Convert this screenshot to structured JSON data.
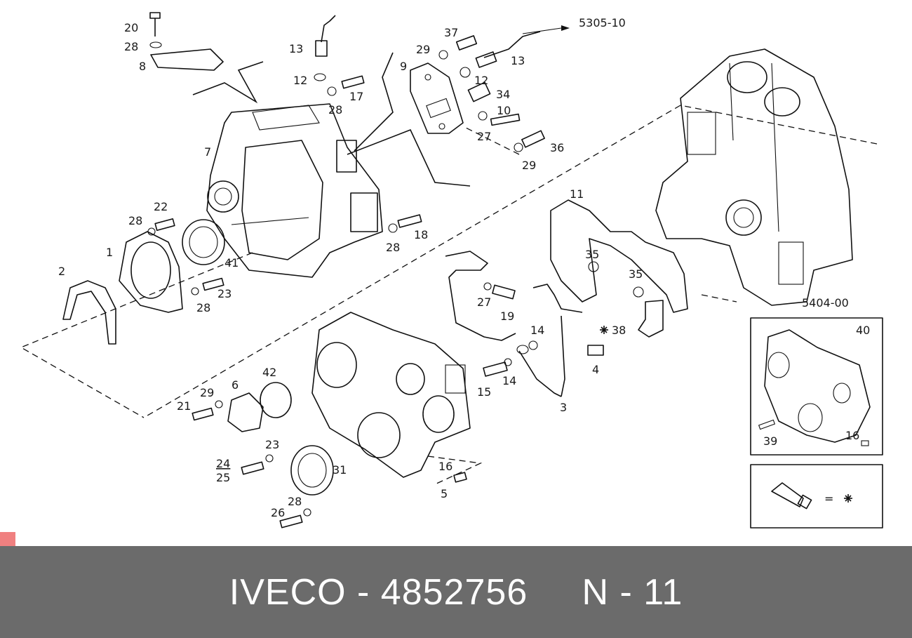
{
  "footer": {
    "brand": "IVECO",
    "separator": " - ",
    "part_number": "4852756",
    "section": "N - 11"
  },
  "callouts": {
    "c20": "20",
    "c28a": "28",
    "c8": "8",
    "c13a": "13",
    "c12a": "12",
    "c17": "17",
    "c28b": "28",
    "c37": "37",
    "c29a": "29",
    "c9": "9",
    "c13b": "13",
    "c12b": "12",
    "c34": "34",
    "c10": "10",
    "c27a": "27",
    "c36": "36",
    "c29b": "29",
    "ref5305": "5305-10",
    "c7": "7",
    "c22": "22",
    "c28c": "28",
    "c1": "1",
    "c41": "41",
    "c2": "2",
    "c23a": "23",
    "c28d": "28",
    "c18": "18",
    "c28e": "28",
    "c11": "11",
    "c35a": "35",
    "c35b": "35",
    "ref5404": "5404-00",
    "c27b": "27",
    "c19": "19",
    "c14a": "14",
    "c38": "38",
    "c4": "4",
    "c15": "15",
    "c14b": "14",
    "c3": "3",
    "c42": "42",
    "c6": "6",
    "c29c": "29",
    "c21": "21",
    "c23b": "23",
    "c24": "24",
    "c25": "25",
    "c31": "31",
    "c16a": "16",
    "c5": "5",
    "c28f": "28",
    "c26": "26",
    "c40": "40",
    "c39": "39",
    "c16b": "16",
    "legend_eq": "="
  },
  "icons": {
    "sealant": "sealant-tube-icon",
    "asterisk": "asterisk-icon"
  }
}
